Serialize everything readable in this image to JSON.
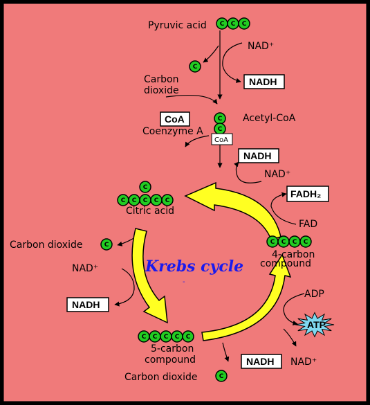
{
  "colors": {
    "background": "#f07a7a",
    "frame": "#000000",
    "carbon_fill": "#22cc22",
    "arrow_yellow": "#ffff22",
    "atp_fill": "#7fd8f0",
    "krebs_text": "#1a1aee"
  },
  "carbon_symbol": "C",
  "labels": {
    "pyruvic_acid": "Pyruvic acid",
    "nad_top": "NAD⁺",
    "carbon_dioxide_top_line1": "Carbon",
    "carbon_dioxide_top_line2": "dioxide",
    "acetyl_coa": "Acetyl-CoA",
    "coenzyme_a": "Coenzyme A",
    "nad_right_upper": "NAD⁺",
    "fad": "FAD",
    "citric_acid": "Citric acid",
    "carbon_dioxide_left": "Carbon dioxide",
    "nad_left": "NAD⁺",
    "four_carbon_line1": "4-carbon",
    "four_carbon_line2": "compound",
    "adp": "ADP",
    "five_carbon_line1": "5-carbon",
    "five_carbon_line2": "compound",
    "nad_bottom": "NAD⁺",
    "carbon_dioxide_bottom": "Carbon dioxide",
    "krebs_cycle": "Krebs cycle"
  },
  "boxes": {
    "nadh_top": "NADH",
    "coa_box": "CoA",
    "coa_small": "CoA",
    "nadh_mid": "NADH",
    "fadh2": "FADH₂",
    "nadh_left": "NADH",
    "nadh_bottom": "NADH",
    "atp": "ATP"
  },
  "molecules": {
    "pyruvic_acid_carbons": 3,
    "acetyl_coa_carbons": 2,
    "citric_acid_carbons": 6,
    "four_carbon_compound_carbons": 4,
    "five_carbon_compound_carbons": 5
  }
}
